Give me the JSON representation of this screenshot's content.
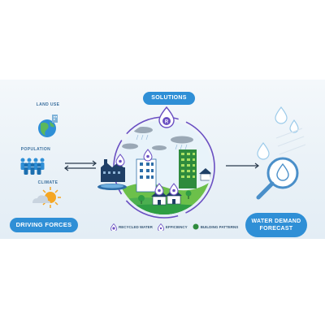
{
  "labels": {
    "solutions": "SOLUTIONS",
    "driving_forces": "DRIVING FORCES",
    "forecast_line1": "WATER DEMAND",
    "forecast_line2": "FORECAST",
    "land_use": "LAND USE",
    "population": "POPULATION",
    "climate": "CLIMATE"
  },
  "legend": {
    "recycled": "RECYCLED WATER",
    "efficiency": "EFFICIENCY",
    "building": "BUILDING PATTERNS"
  },
  "glyphs": {
    "recycled": "R"
  },
  "colors": {
    "accent_blue": "#2f8fd6",
    "circle_purple": "#6a4fc2",
    "grass_green": "#4caf50",
    "building_green": "#2e8b3d"
  },
  "icons": [
    "globe-icon",
    "people-icon",
    "sun-cloud-icon",
    "water-drops-icon",
    "magnifier-icon",
    "factory-icon",
    "building-icon",
    "house-icon"
  ]
}
